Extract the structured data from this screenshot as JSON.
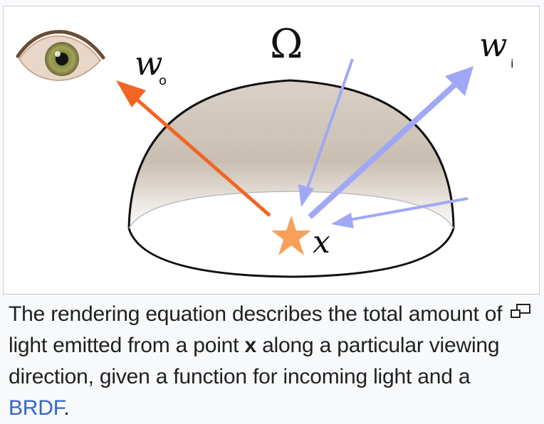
{
  "diagram": {
    "omega_label": "Ω",
    "wo_label": "w",
    "wo_subscript": "o",
    "wi_label": "w",
    "wi_subscript": "i",
    "point_label": "x",
    "colors": {
      "outgoing_arrow": "#f26522",
      "incoming_arrows": "#a0a8f5",
      "star": "#f7a05a",
      "dome_outline": "#111111"
    }
  },
  "caption": {
    "part1": "The rendering equation describes the total amount of light emitted from a point ",
    "bold": "x",
    "part2": " along a particular viewing direction, given a function for incoming light and a ",
    "link": "BRDF",
    "end": "."
  },
  "icons": {
    "enlarge": "enlarge-icon",
    "eye": "eye-icon"
  }
}
